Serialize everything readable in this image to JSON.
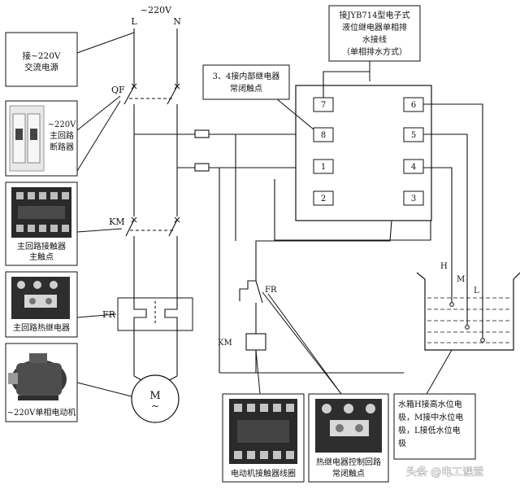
{
  "supply": {
    "voltage": "~220V",
    "line_l": "L",
    "line_n": "N"
  },
  "labels": {
    "qf": "QF",
    "km_main": "KM",
    "fr_main": "FR",
    "motor_m": "M",
    "motor_tilde": "~",
    "fr_contact": "FR",
    "km_coil": "KM"
  },
  "callouts": {
    "ac_power": [
      "接~220V",
      "交流电源"
    ],
    "breaker": [
      "~220V",
      "主回路",
      "断路器"
    ],
    "contactor_main": [
      "主回路接触器",
      "主触点"
    ],
    "thermal_relay_main": [
      "主回路热继电器"
    ],
    "motor": [
      "~220V单相电动机"
    ],
    "relay_contacts": [
      "3、4接内部继电器",
      "常闭触点"
    ],
    "relay_wiring": [
      "接JYB714型电子式",
      "液位继电器单相排",
      "水接线",
      "（单相排水方式）"
    ],
    "coil": [
      "电动机接触器线圈"
    ],
    "thermal_ctrl": [
      "热继电器控制回路",
      "常闭触点"
    ],
    "tank_note": [
      "水箱H接高水位电",
      "极，M接中水位电",
      "极，L接低水位电",
      "极"
    ]
  },
  "relay": {
    "terminals_left": [
      "7",
      "8",
      "1",
      "2"
    ],
    "terminals_right": [
      "6",
      "5",
      "4",
      "3"
    ]
  },
  "tank": {
    "electrode_h": "H",
    "electrode_m": "M",
    "electrode_l": "L"
  },
  "watermark": "头条 @电工课堂",
  "colors": {
    "line": "#111111",
    "background": "#ffffff",
    "photo_dark": "#2a2a2a",
    "photo_light": "#d8d8d8"
  }
}
